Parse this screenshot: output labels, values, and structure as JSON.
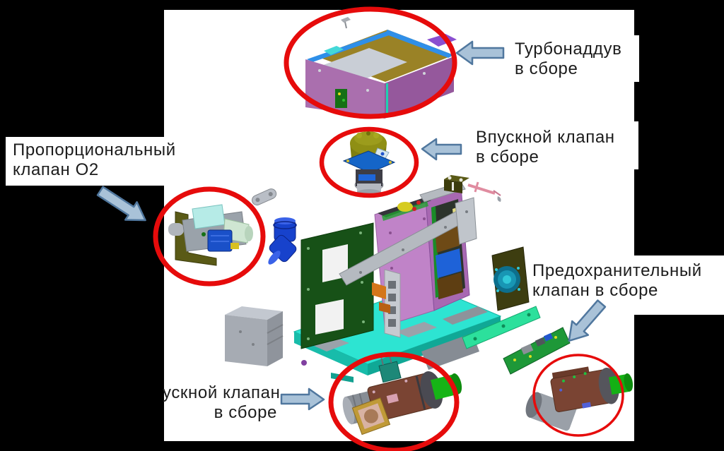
{
  "colors": {
    "page": "#000000",
    "canvas": "#ffffff",
    "text": "#1c1c1c",
    "highlight": "#e60b0b",
    "arrow_fill": "#a9c2d8",
    "arrow_stroke": "#50779e"
  },
  "callouts": {
    "turbo": {
      "line1": "Турбонаддув",
      "line2": "в сборе",
      "arrow_direction": "left",
      "target_part": "turbocharger-assembly"
    },
    "intake": {
      "line1": "Впускной клапан",
      "line2": "в сборе",
      "arrow_direction": "left",
      "target_part": "intake-valve-assembly"
    },
    "o2": {
      "line1": "Пропорциональный",
      "line2": "клапан О2",
      "arrow_direction": "down-right",
      "target_part": "proportional-o2-valve"
    },
    "safety": {
      "line1": "Предохранительный",
      "line2": "клапан в сборе",
      "arrow_direction": "down-left",
      "target_part": "safety-valve-assembly"
    },
    "exhaust": {
      "line1": "ускной клапан",
      "line2": "в сборе",
      "arrow_direction": "right",
      "target_part": "exhaust-valve-assembly"
    }
  },
  "parts": [
    "turbocharger-assembly",
    "intake-valve-assembly",
    "proportional-o2-valve",
    "exhaust-valve-assembly",
    "safety-valve-assembly",
    "main-chassis",
    "base-plate",
    "tower-housing",
    "cross-beam",
    "ladder-bracket",
    "blower",
    "mount-bar",
    "pcb-board",
    "power-supply-box",
    "elbow-pipe",
    "bracket-clip",
    "cap-part",
    "connector-block-part",
    "pink-fitting-part",
    "screw-part"
  ]
}
